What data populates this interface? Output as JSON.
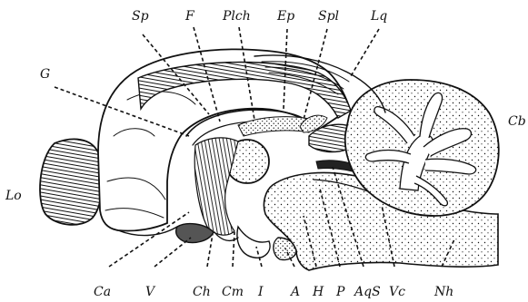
{
  "labels": {
    "sp": "Sp",
    "f": "F",
    "plch": "Plch",
    "ep": "Ep",
    "spl": "Spl",
    "lq": "Lq",
    "g": "G",
    "cb": "Cb",
    "lo": "Lo",
    "ca": "Ca",
    "v": "V",
    "ch": "Ch",
    "cm": "Cm",
    "i": "I",
    "a": "A",
    "h": "H",
    "p": "P",
    "aqs": "AqS",
    "vc": "Vc",
    "nh": "Nh"
  },
  "colors": {
    "ink": "#111111",
    "background": "#ffffff"
  }
}
